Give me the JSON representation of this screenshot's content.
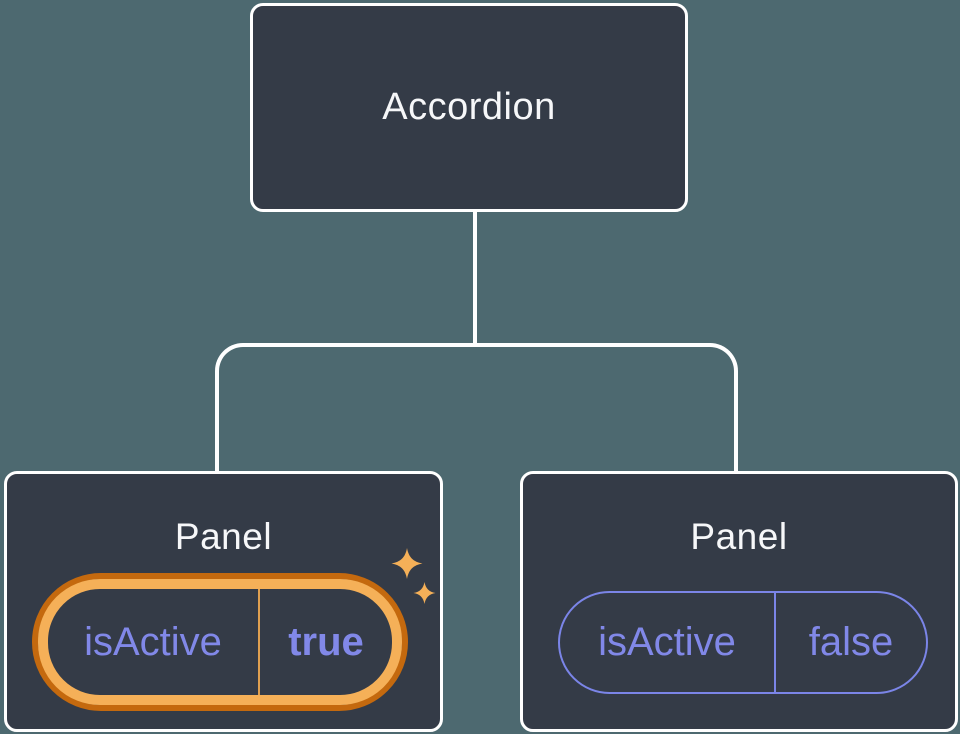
{
  "diagram": {
    "description": "Component tree: Accordion parent with two Panel children holding isActive state",
    "root_node": {
      "label": "Accordion"
    },
    "panels": [
      {
        "label": "Panel",
        "prop_name": "isActive",
        "prop_value": "true",
        "highlighted": true
      },
      {
        "label": "Panel",
        "prop_name": "isActive",
        "prop_value": "false",
        "highlighted": false
      }
    ]
  },
  "icons": {
    "sparkle_large": "sparkle-icon",
    "sparkle_small": "sparkle-icon"
  },
  "colors": {
    "background": "#4D6970",
    "node_fill": "#343B47",
    "node_border": "#FFFFFF",
    "connector": "#FFFFFF",
    "title_text": "#F6F7F9",
    "state_text": "#8188E8",
    "pill_border_default": "#7B85E8",
    "highlight_ring_outer": "#C4690E",
    "highlight_ring_inner": "#F5B058",
    "highlight_divider": "#E0A050",
    "sparkle": "#F5B058"
  }
}
